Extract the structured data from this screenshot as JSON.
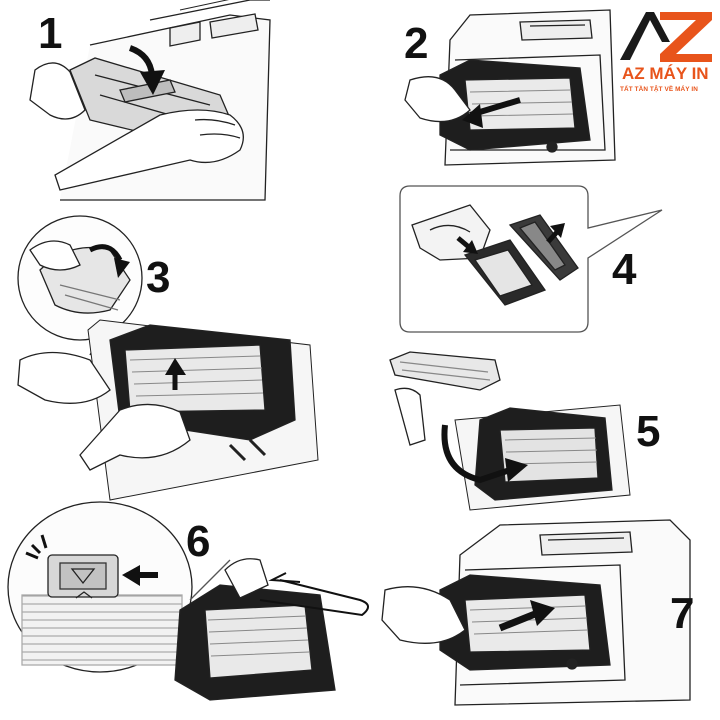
{
  "logo": {
    "mark_a": "A",
    "mark_z": "Z",
    "name": "AZ MÁY IN",
    "tagline": "TẤT TẦN TẬT VỀ MÁY IN",
    "colors": {
      "accent": "#e8541b",
      "dark": "#1a1a1a"
    }
  },
  "steps": [
    {
      "number": "1",
      "icon": "open-front-cover"
    },
    {
      "number": "2",
      "icon": "pull-out-drum-unit"
    },
    {
      "number": "3",
      "icon": "push-lock-lever-remove-toner"
    },
    {
      "number": "4",
      "icon": "unpack-new-toner"
    },
    {
      "number": "5",
      "icon": "insert-toner-into-drum"
    },
    {
      "number": "6",
      "icon": "clean-corona-wire"
    },
    {
      "number": "7",
      "icon": "reinstall-drum-unit"
    }
  ]
}
